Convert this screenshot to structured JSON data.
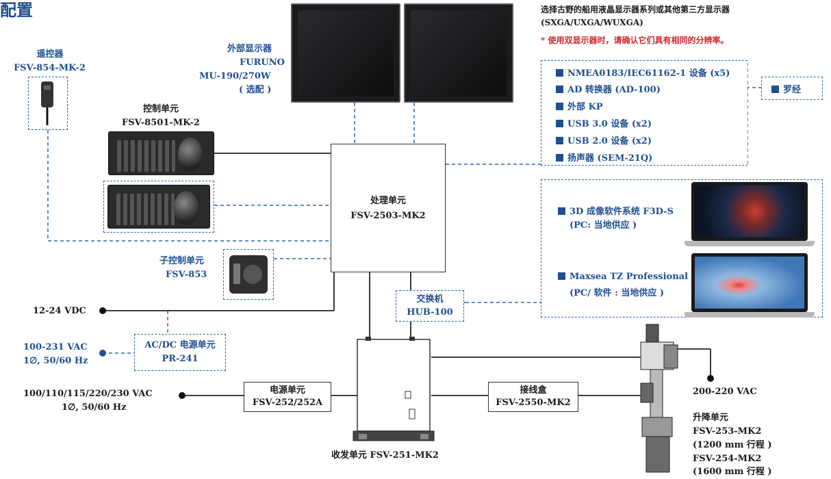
{
  "title_fragment": "配置",
  "remote": {
    "name": "遥控器",
    "model": "FSV-854-MK-2"
  },
  "control_unit": {
    "name": "控制单元",
    "model": "FSV-8501-MK-2"
  },
  "sub_control": {
    "name": "子控制单元",
    "model": "FSV-853"
  },
  "monitors": {
    "name": "外部显示器",
    "brand": "FURUNO",
    "model": "MU-190/270W",
    "note": "( 选配 )",
    "header_line1": "选择古野的船用液晶显示器系列或其他第三方显示器",
    "header_line2": "(SXGA/UXGA/WUXGA)",
    "warning": "* 使用双显示器时，请确认它们具有相同的分辨率。"
  },
  "io_list": [
    "NMEA0183/IEC61162-1 设备 (x5)",
    "AD 转换器 (AD-100)",
    "外部 KP",
    "USB 3.0 设备 (x2)",
    "USB 2.0 设备 (x2)",
    "扬声器 (SEM-21Q)"
  ],
  "compass": "罗经",
  "processor": {
    "name": "处理单元",
    "model": "FSV-2503-MK2"
  },
  "software": [
    {
      "line1": "3D 成像软件系统 F3D-S",
      "line2": "(PC: 当地供应 )"
    },
    {
      "line1": "Maxsea TZ Professional",
      "line2": "(PC/ 软件 : 当地供应 )"
    }
  ],
  "hub": {
    "name": "交换机",
    "model": "HUB-100"
  },
  "dc_supply": "12-24 VDC",
  "ac_supply": {
    "line1": "100-231 VAC",
    "line2": "1∅, 50/60 Hz"
  },
  "acdc_unit": {
    "name": "AC/DC 电源单元",
    "model": "PR-241"
  },
  "mains": {
    "line1": "100/110/115/220/230 VAC",
    "line2": "1∅, 50/60 Hz"
  },
  "power_unit": {
    "name": "电源单元",
    "model": "FSV-252/252A"
  },
  "transceiver": "收发单元 FSV-251-MK2",
  "junction_box": {
    "name": "接线盒",
    "model": "FSV-2550-MK2"
  },
  "hull_supply": "200-220 VAC",
  "hull_unit": {
    "name": "升降单元",
    "model1": "FSV-253-MK2",
    "stroke1": "(1200 mm 行程 )",
    "model2": "FSV-254-MK2",
    "stroke2": "(1600 mm 行程 )"
  },
  "colors": {
    "accent": "#1f4f8f",
    "warning": "#d0262d",
    "dashed": "#2e65a8"
  }
}
